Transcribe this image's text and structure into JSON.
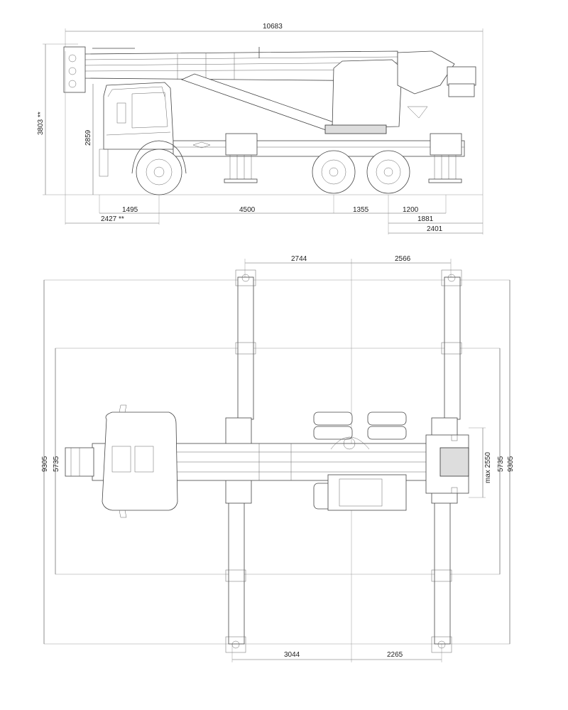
{
  "side_view": {
    "dims": {
      "overall_length": "10683",
      "overall_height": "3803 **",
      "chassis_height": "2859",
      "front_overhang": "1495",
      "wheelbase": "4500",
      "axle_spacing": "1355",
      "rear_to_outrigger": "1200",
      "rear_overhang_a": "1881",
      "rear_overhang_b": "2401",
      "front_outrigger": "2427 **"
    }
  },
  "top_view": {
    "dims": {
      "front_outrigger_offset": "2744",
      "rear_outrigger_offset": "2566",
      "front_outrigger_base": "3044",
      "rear_outrigger_base": "2265",
      "full_spread_left": "9305",
      "mid_spread_left": "5735",
      "max_width": "max 2550",
      "mid_spread_right": "5735",
      "full_spread_right": "9305"
    }
  }
}
